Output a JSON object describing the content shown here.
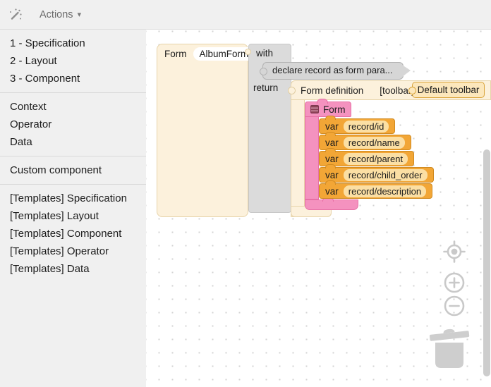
{
  "topbar": {
    "actions_label": "Actions"
  },
  "sidebar": {
    "groups": [
      {
        "items": [
          "1 - Specification",
          "2 - Layout",
          "3 - Component"
        ]
      },
      {
        "items": [
          "Context",
          "Operator",
          "Data"
        ]
      },
      {
        "items": [
          "Custom component"
        ]
      },
      {
        "items": [
          "[Templates] Specification",
          "[Templates] Layout",
          "[Templates] Component",
          "[Templates] Operator",
          "[Templates] Data"
        ]
      }
    ]
  },
  "canvas": {
    "form_block": {
      "type_label": "Form",
      "name_value": "AlbumForm"
    },
    "with_return_block": {
      "with_label": "with",
      "return_label": "return"
    },
    "declare_block": {
      "label": "declare record as form para..."
    },
    "form_definition_block": {
      "label": "Form definition",
      "param_label": "[toolbar]",
      "toolbar_value": "Default toolbar"
    },
    "form_group_block": {
      "label": "Form",
      "vars": [
        {
          "keyword": "var",
          "value": "record/id"
        },
        {
          "keyword": "var",
          "value": "record/name"
        },
        {
          "keyword": "var",
          "value": "record/parent"
        },
        {
          "keyword": "var",
          "value": "record/child_order"
        },
        {
          "keyword": "var",
          "value": "record/description"
        }
      ]
    },
    "icons": {
      "zoom_reset": "crosshair-target",
      "zoom_in": "plus-circle",
      "zoom_out": "minus-circle",
      "trash": "trash-can",
      "wand": "magic-wand"
    },
    "colors": {
      "block_cream": "#fcf1dc",
      "block_gray": "#dbdbdb",
      "block_pink": "#f492bf",
      "block_orange": "#f2a636",
      "field_light": "#fbdfa4",
      "toolbar_fill": "#fce7bc",
      "toolbar_border": "#d9a43b",
      "control_gray": "#c9c9c9"
    }
  }
}
